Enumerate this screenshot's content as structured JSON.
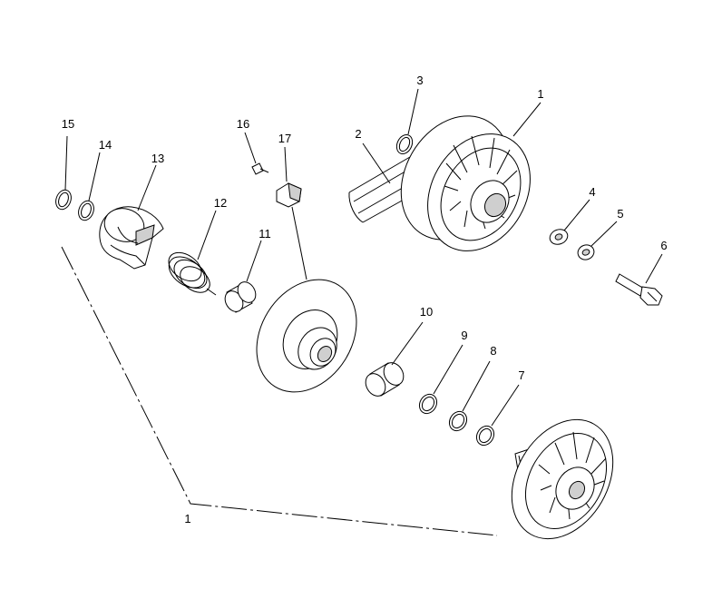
{
  "callouts": {
    "c1_top": "1",
    "c2": "2",
    "c3": "3",
    "c4": "4",
    "c5": "5",
    "c6": "6",
    "c7": "7",
    "c8": "8",
    "c9": "9",
    "c10": "10",
    "c11": "11",
    "c12": "12",
    "c13": "13",
    "c14": "14",
    "c15": "15",
    "c16": "16",
    "c17": "17",
    "c1_bottom": "1"
  }
}
